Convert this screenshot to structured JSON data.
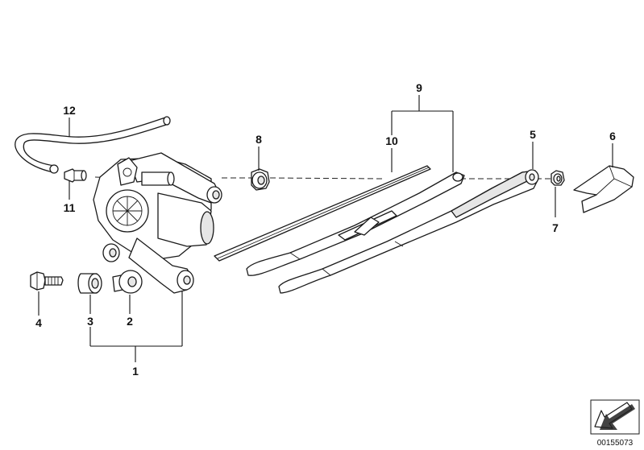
{
  "callouts": {
    "c1": "1",
    "c2": "2",
    "c3": "3",
    "c4": "4",
    "c5": "5",
    "c6": "6",
    "c7": "7",
    "c8": "8",
    "c9": "9",
    "c10": "10",
    "c11": "11",
    "c12": "12"
  },
  "reference_number": "00155073",
  "corner_icon": "arrow-down-left-icon"
}
